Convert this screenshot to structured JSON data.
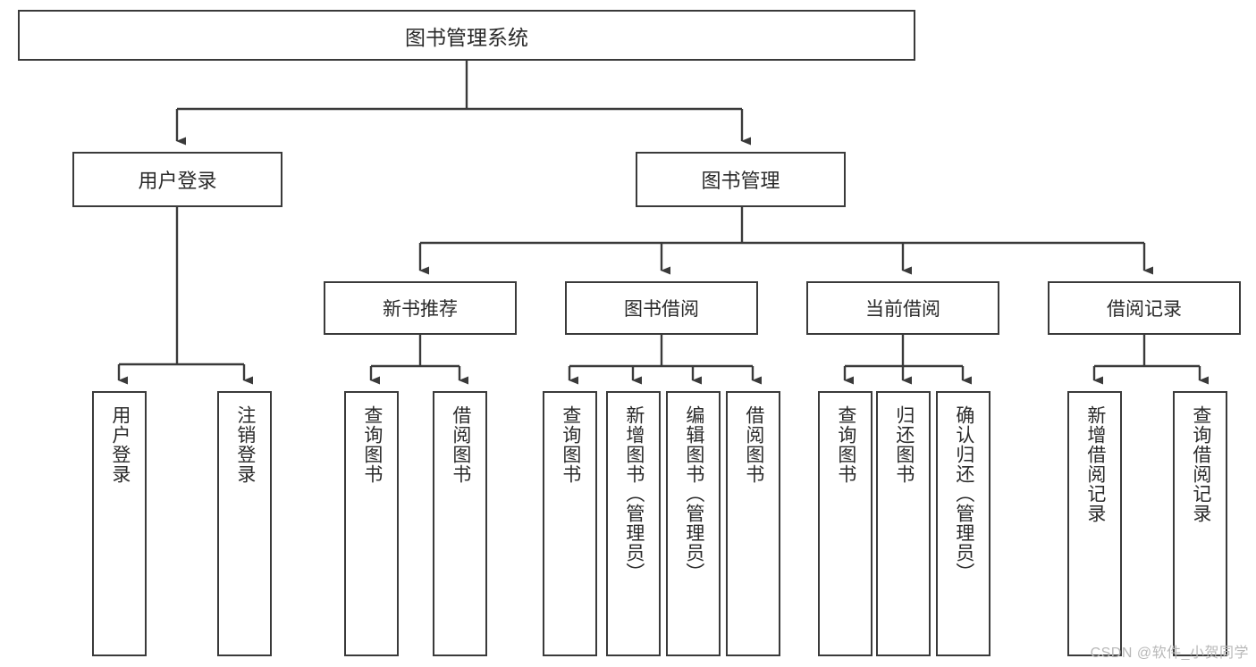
{
  "diagram": {
    "title": "图书管理系统",
    "type": "hierarchy-tree",
    "root": {
      "label": "图书管理系统"
    },
    "level2": [
      {
        "label": "用户登录"
      },
      {
        "label": "图书管理"
      }
    ],
    "level3": [
      {
        "label": "新书推荐"
      },
      {
        "label": "图书借阅"
      },
      {
        "label": "当前借阅"
      },
      {
        "label": "借阅记录"
      }
    ],
    "leaves": {
      "user_login": [
        {
          "label": "用户登录"
        },
        {
          "label": "注销登录"
        }
      ],
      "new_book_recommend": [
        {
          "label": "查询图书"
        },
        {
          "label": "借阅图书"
        }
      ],
      "book_borrow": [
        {
          "label": "查询图书"
        },
        {
          "label": "新增图书（管理员）"
        },
        {
          "label": "编辑图书（管理员）"
        },
        {
          "label": "借阅图书"
        }
      ],
      "current_borrow": [
        {
          "label": "查询图书"
        },
        {
          "label": "归还图书"
        },
        {
          "label": "确认归还（管理员）"
        }
      ],
      "borrow_record": [
        {
          "label": "新增借阅记录"
        },
        {
          "label": "查询借阅记录"
        }
      ]
    }
  },
  "watermark": {
    "text": "CSDN @软件_小贺同学"
  },
  "colors": {
    "border": "#3a3a3a",
    "text": "#2a2a2a",
    "background": "#ffffff",
    "watermark": "#b8b8b8"
  }
}
